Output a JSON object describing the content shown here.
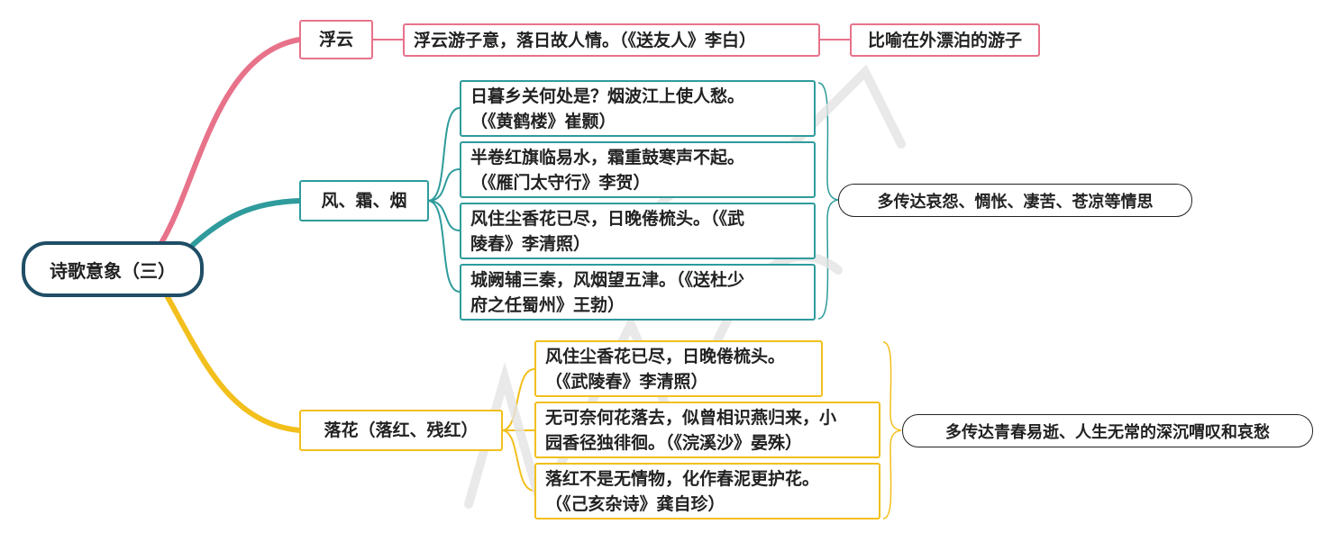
{
  "root": {
    "label": "诗歌意象（三）"
  },
  "colors": {
    "root": "#1f4e66",
    "fuyun": "#e7728a",
    "fengshuang": "#2f9b9c",
    "luohua": "#f2bf1c"
  },
  "fuyun": {
    "label": "浮云",
    "quote": "浮云游子意，落日故人情。（《送友人》李白）",
    "meaning": "比喻在外漂泊的游子"
  },
  "fengshuang": {
    "label": "风、霜、烟",
    "quotes": [
      {
        "line1": "日暮乡关何处是？烟波江上使人愁。",
        "line2": "（《黄鹤楼》崔颢）"
      },
      {
        "line1": "半卷红旗临易水，霜重鼓寒声不起。",
        "line2": "（《雁门太守行》李贺）"
      },
      {
        "line1": "风住尘香花已尽，日晚倦梳头。（《武",
        "line2": "陵春》李清照）"
      },
      {
        "line1": "城阙辅三秦，风烟望五津。（《送杜少",
        "line2": "府之任蜀州》王勃）"
      }
    ],
    "meaning": "多传达哀怨、惆怅、凄苦、苍凉等情思"
  },
  "luohua": {
    "label": "落花（落红、残红）",
    "quotes": [
      {
        "line1": "风住尘香花已尽，日晚倦梳头。",
        "line2": "（《武陵春》李清照）"
      },
      {
        "line1": "无可奈何花落去，似曾相识燕归来，小",
        "line2": "园香径独徘徊。（《浣溪沙》晏殊）"
      },
      {
        "line1": "落红不是无情物，化作春泥更护花。",
        "line2": "（《己亥杂诗》龚自珍）"
      }
    ],
    "meaning": "多传达青春易逝、人生无常的深沉喟叹和哀愁"
  }
}
